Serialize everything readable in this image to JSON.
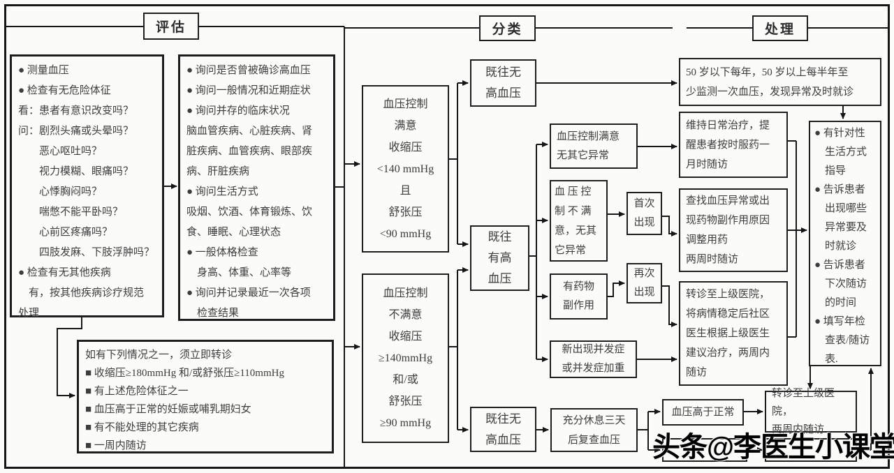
{
  "headers": {
    "assess": "评估",
    "classify": "分类",
    "treat": "处理"
  },
  "assessment": {
    "measure_box": "● 测量血压\n● 检查有无危险体征\n看：患者有意识改变吗？\n问：剧烈头痛或头晕吗？\n　　恶心呕吐吗？\n　　视力模糊、眼痛吗？\n　　心悸胸闷吗？\n　　喘憋不能平卧吗？\n　　心前区疼痛吗？\n　　四肢发麻、下肢浮肿吗？\n● 检查有无其他疾病\n　有，按其他疾病诊疗规范\n处理",
    "inquiry_box": "● 询问是否曾被确诊高血压\n● 询问一般情况和近期症状\n● 询问并存的临床状况\n脑血管疾病、心脏疾病、肾\n脏疾病、血管疾病、眼部疾\n病、肝脏疾病\n● 询问生活方式\n吸烟、饮酒、体育锻炼、饮\n食、睡眠、心理状态\n● 一般体格检查\n　身高、体重、心率等\n● 询问并记录最近一次各项\n　检查结果",
    "referral_box": "如有下列情况之一，须立即转诊\n■ 收缩压≥180mmHg 和/或舒张压≥110mmHg\n■ 有上述危险体征之一\n■ 血压高于正常的妊娠或哺乳期妇女\n■ 有不能处理的其它疾病\n■ 一周内随访"
  },
  "classification": {
    "controlled": "血压控制\n满意\n收缩压\n<140 mmHg\n且\n舒张压\n<90 mmHg",
    "uncontrolled": "血压控制\n不满意\n收缩压\n≥140mmHg\n和/或\n舒张压\n≥90 mmHg",
    "no_history_top": "既往无\n高血压",
    "with_history": "既往\n有高\n血压",
    "no_history_bottom": "既往无\n高血压"
  },
  "treatment": {
    "monitor": "50 岁以下每年，50 岁以上每半年至\n少监测一次血压，发现异常及时就诊",
    "bp_ok_no_abnormal": "血压控制满意\n无其它异常",
    "maintain": "维持日常治疗，提\n醒患者按时服药一\n月时随访",
    "bp_not_ok_no_abnormal": "血 压 控\n制 不 满\n意，无其\n它异常",
    "first_occurrence": "首次\n出现",
    "adjust_medication": "查找血压异常或出\n现药物副作用原因\n调整用药\n两周时随访",
    "drug_side_effect": "有药物\n副作用",
    "recurrence": "再次\n出现",
    "refer_stabilize": "转诊至上级医院，\n将病情稳定后社区\n医生根据上级医生\n建议治疗，两周内\n随访",
    "new_complication": "新出现并发症\n或并发症加重",
    "guidance": "● 有针对性\n　生活方式\n　指导\n● 告诉患者\n　出现哪些\n　异常要及\n　时就诊\n● 告诉患者\n　下次随访\n　的时间\n● 填写年检\n　查表/随访\n　表.",
    "rest_recheck": "充分休息三天\n后复查血压",
    "bp_above_normal": "血压高于正常",
    "refer_followup": "转诊至上级医院，\n两周内随访"
  },
  "watermark": "头条@李医生小课堂"
}
